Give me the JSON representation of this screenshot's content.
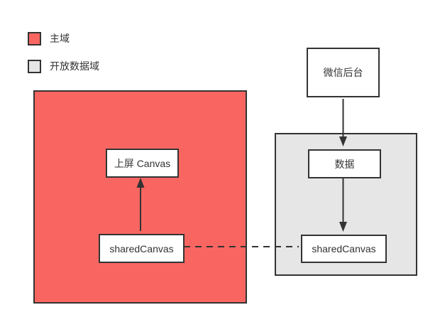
{
  "legend": {
    "items": [
      {
        "label": "主域",
        "color": "#f96661"
      },
      {
        "label": "开放数据域",
        "color": "#e6e6e6"
      }
    ]
  },
  "nodes": {
    "wechat_backend": {
      "label": "微信后台"
    },
    "screen_canvas": {
      "label": "上屏 Canvas"
    },
    "shared_canvas_main": {
      "label": "sharedCanvas"
    },
    "data": {
      "label": "数据"
    },
    "shared_canvas_open": {
      "label": "sharedCanvas"
    }
  },
  "edges": [
    {
      "from": "wechat_backend",
      "to": "data",
      "style": "solid-arrow"
    },
    {
      "from": "data",
      "to": "shared_canvas_open",
      "style": "solid-arrow"
    },
    {
      "from": "shared_canvas_main",
      "to": "screen_canvas",
      "style": "solid-arrow"
    },
    {
      "from": "shared_canvas_main",
      "to": "shared_canvas_open",
      "style": "dashed-line"
    }
  ],
  "colors": {
    "main_domain_fill": "#f96661",
    "open_data_domain_fill": "#e6e6e6",
    "border": "#333333",
    "text": "#333333",
    "background": "#ffffff"
  }
}
